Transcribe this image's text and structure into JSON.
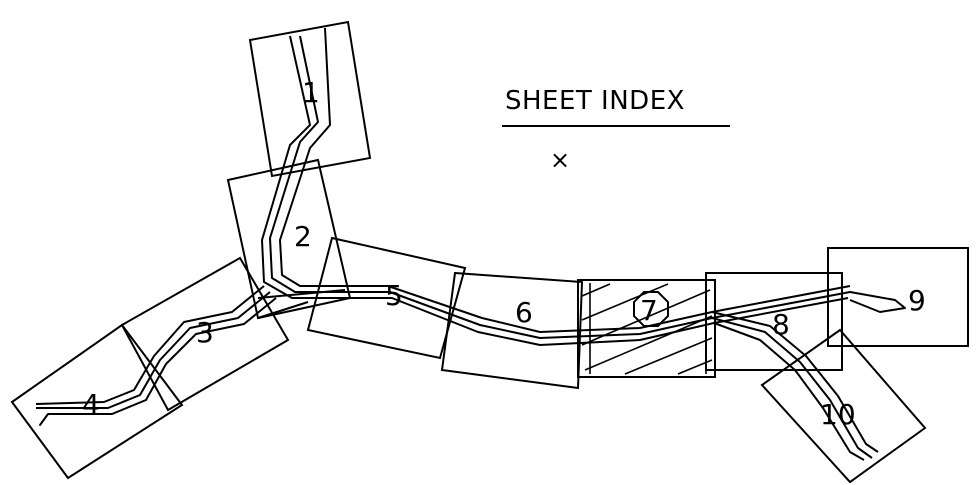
{
  "title": "SHEET INDEX",
  "north_marker": "×",
  "sheets": [
    {
      "label": "1"
    },
    {
      "label": "2"
    },
    {
      "label": "3"
    },
    {
      "label": "4"
    },
    {
      "label": "5"
    },
    {
      "label": "6"
    },
    {
      "label": "7"
    },
    {
      "label": "8"
    },
    {
      "label": "9"
    },
    {
      "label": "10"
    }
  ]
}
